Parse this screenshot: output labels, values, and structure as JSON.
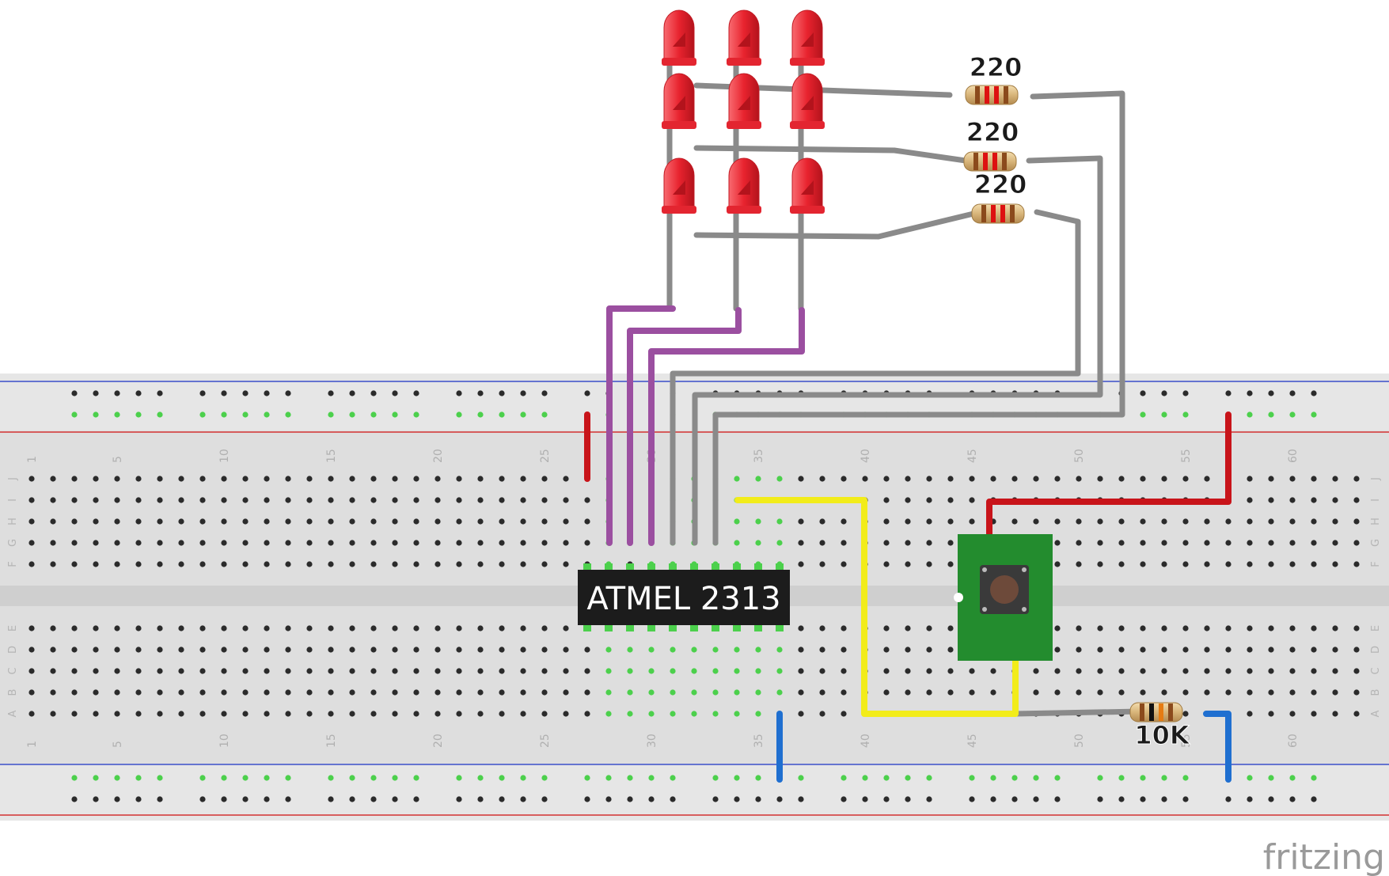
{
  "chip": {
    "label": "ATMEL 2313"
  },
  "resistors": [
    {
      "label": "220"
    },
    {
      "label": "220"
    },
    {
      "label": "220"
    },
    {
      "label": "10K"
    }
  ],
  "breadboard": {
    "column_numbers": [
      "1",
      "5",
      "10",
      "15",
      "20",
      "25",
      "30",
      "35",
      "40",
      "45",
      "50",
      "55",
      "60"
    ],
    "top_row_letters": [
      "J",
      "I",
      "H",
      "G",
      "F"
    ],
    "bottom_row_letters": [
      "E",
      "D",
      "C",
      "B",
      "A"
    ]
  },
  "colors": {
    "wire_gray": "#8a8a8a",
    "wire_purple": "#9b4fa0",
    "wire_yellow": "#f2ec1a",
    "wire_red": "#c8141a",
    "wire_blue": "#1f6fd0",
    "led": "#e8232e",
    "button_pcb": "#238c2e",
    "breadboard": "#dcdcdc"
  },
  "logo": {
    "text": "fritzing"
  }
}
